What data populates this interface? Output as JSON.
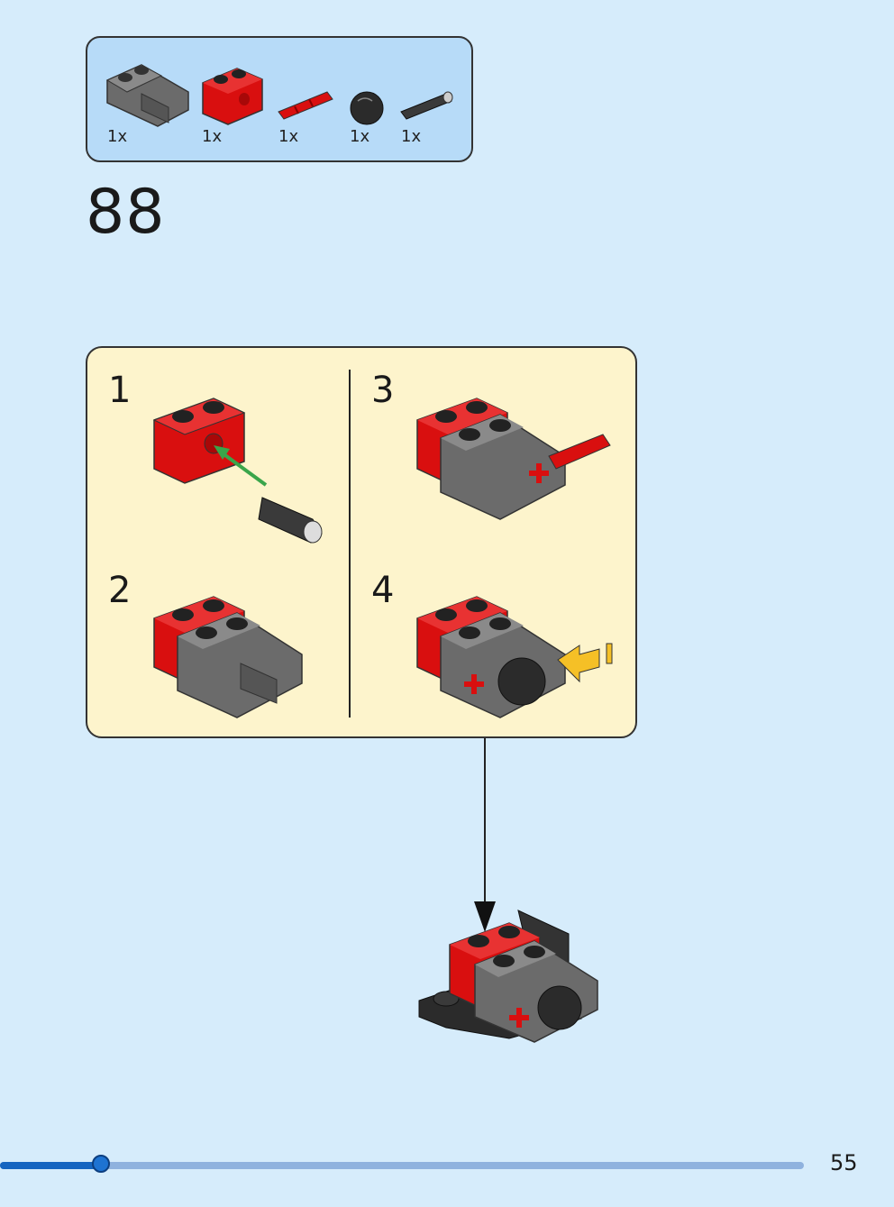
{
  "parts_panel": {
    "items": [
      {
        "name": "gray-beam-connector",
        "qty": "1x"
      },
      {
        "name": "red-technic-brick",
        "qty": "1x"
      },
      {
        "name": "red-axle-pin",
        "qty": "1x"
      },
      {
        "name": "black-ball",
        "qty": "1x"
      },
      {
        "name": "black-technic-pin",
        "qty": "1x"
      }
    ]
  },
  "step": {
    "number": "88"
  },
  "substeps": [
    {
      "number": "1"
    },
    {
      "number": "2"
    },
    {
      "number": "3"
    },
    {
      "number": "4"
    }
  ],
  "colors": {
    "background": "#d6ecfb",
    "parts_box": "#b7dbf8",
    "substep_box": "#fdf4cc",
    "brick_red": "#d90f0f",
    "beam_gray": "#6b6b6b",
    "arrow_green": "#3aa54a",
    "arrow_yellow": "#f5c026",
    "progress": "#1565c0"
  },
  "progress": {
    "fraction": 0.125
  },
  "page": {
    "number": "55"
  }
}
